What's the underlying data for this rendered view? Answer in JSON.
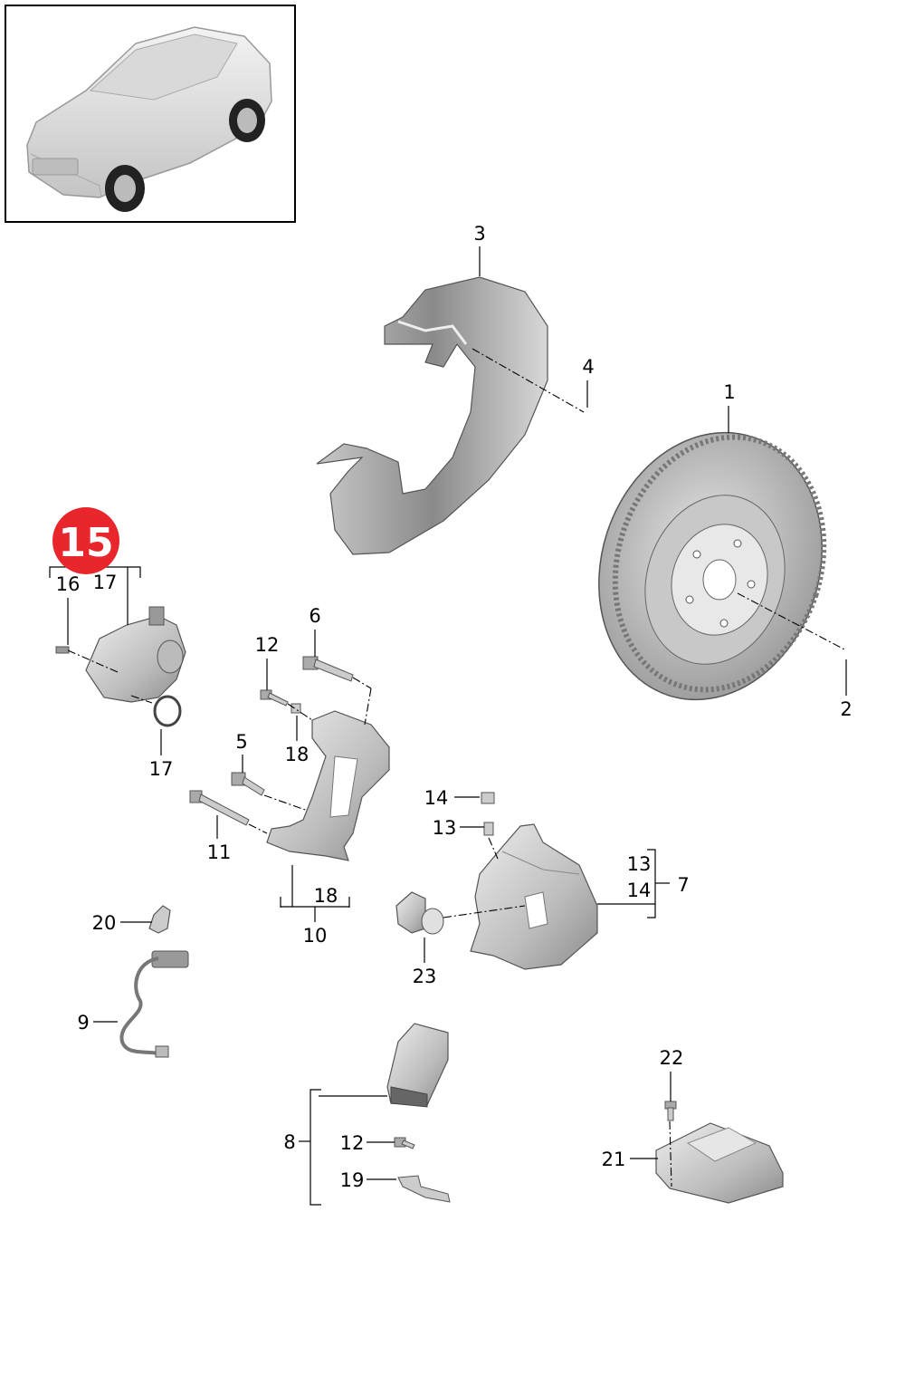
{
  "section_badge": "15",
  "labels": {
    "brake_disc": "1",
    "disc_screw": "2",
    "splash_guard": "3",
    "guard_screw": "4",
    "bolt_5": "5",
    "bolt_6": "6",
    "caliper": "7",
    "pad_kit": "8",
    "wear_sensor": "9",
    "carrier": "10",
    "bolt_11": "11",
    "screw_12_top": "12",
    "screw_12_bottom": "12",
    "bleeder_13": "13",
    "cap_14": "14",
    "bracket_text_13": "13",
    "bracket_text_14": "14",
    "screw_16": "16",
    "motor_17": "17",
    "oring_17": "17",
    "washer_18_top": "18",
    "washer_18_bottom": "18",
    "spring_19": "19",
    "clip_20": "20",
    "control_unit_21": "21",
    "screw_22": "22",
    "piston_23": "23"
  },
  "colors": {
    "badge": "#e8262b",
    "part_fill": "#cfcfcf",
    "part_dark": "#8a8a8a"
  }
}
